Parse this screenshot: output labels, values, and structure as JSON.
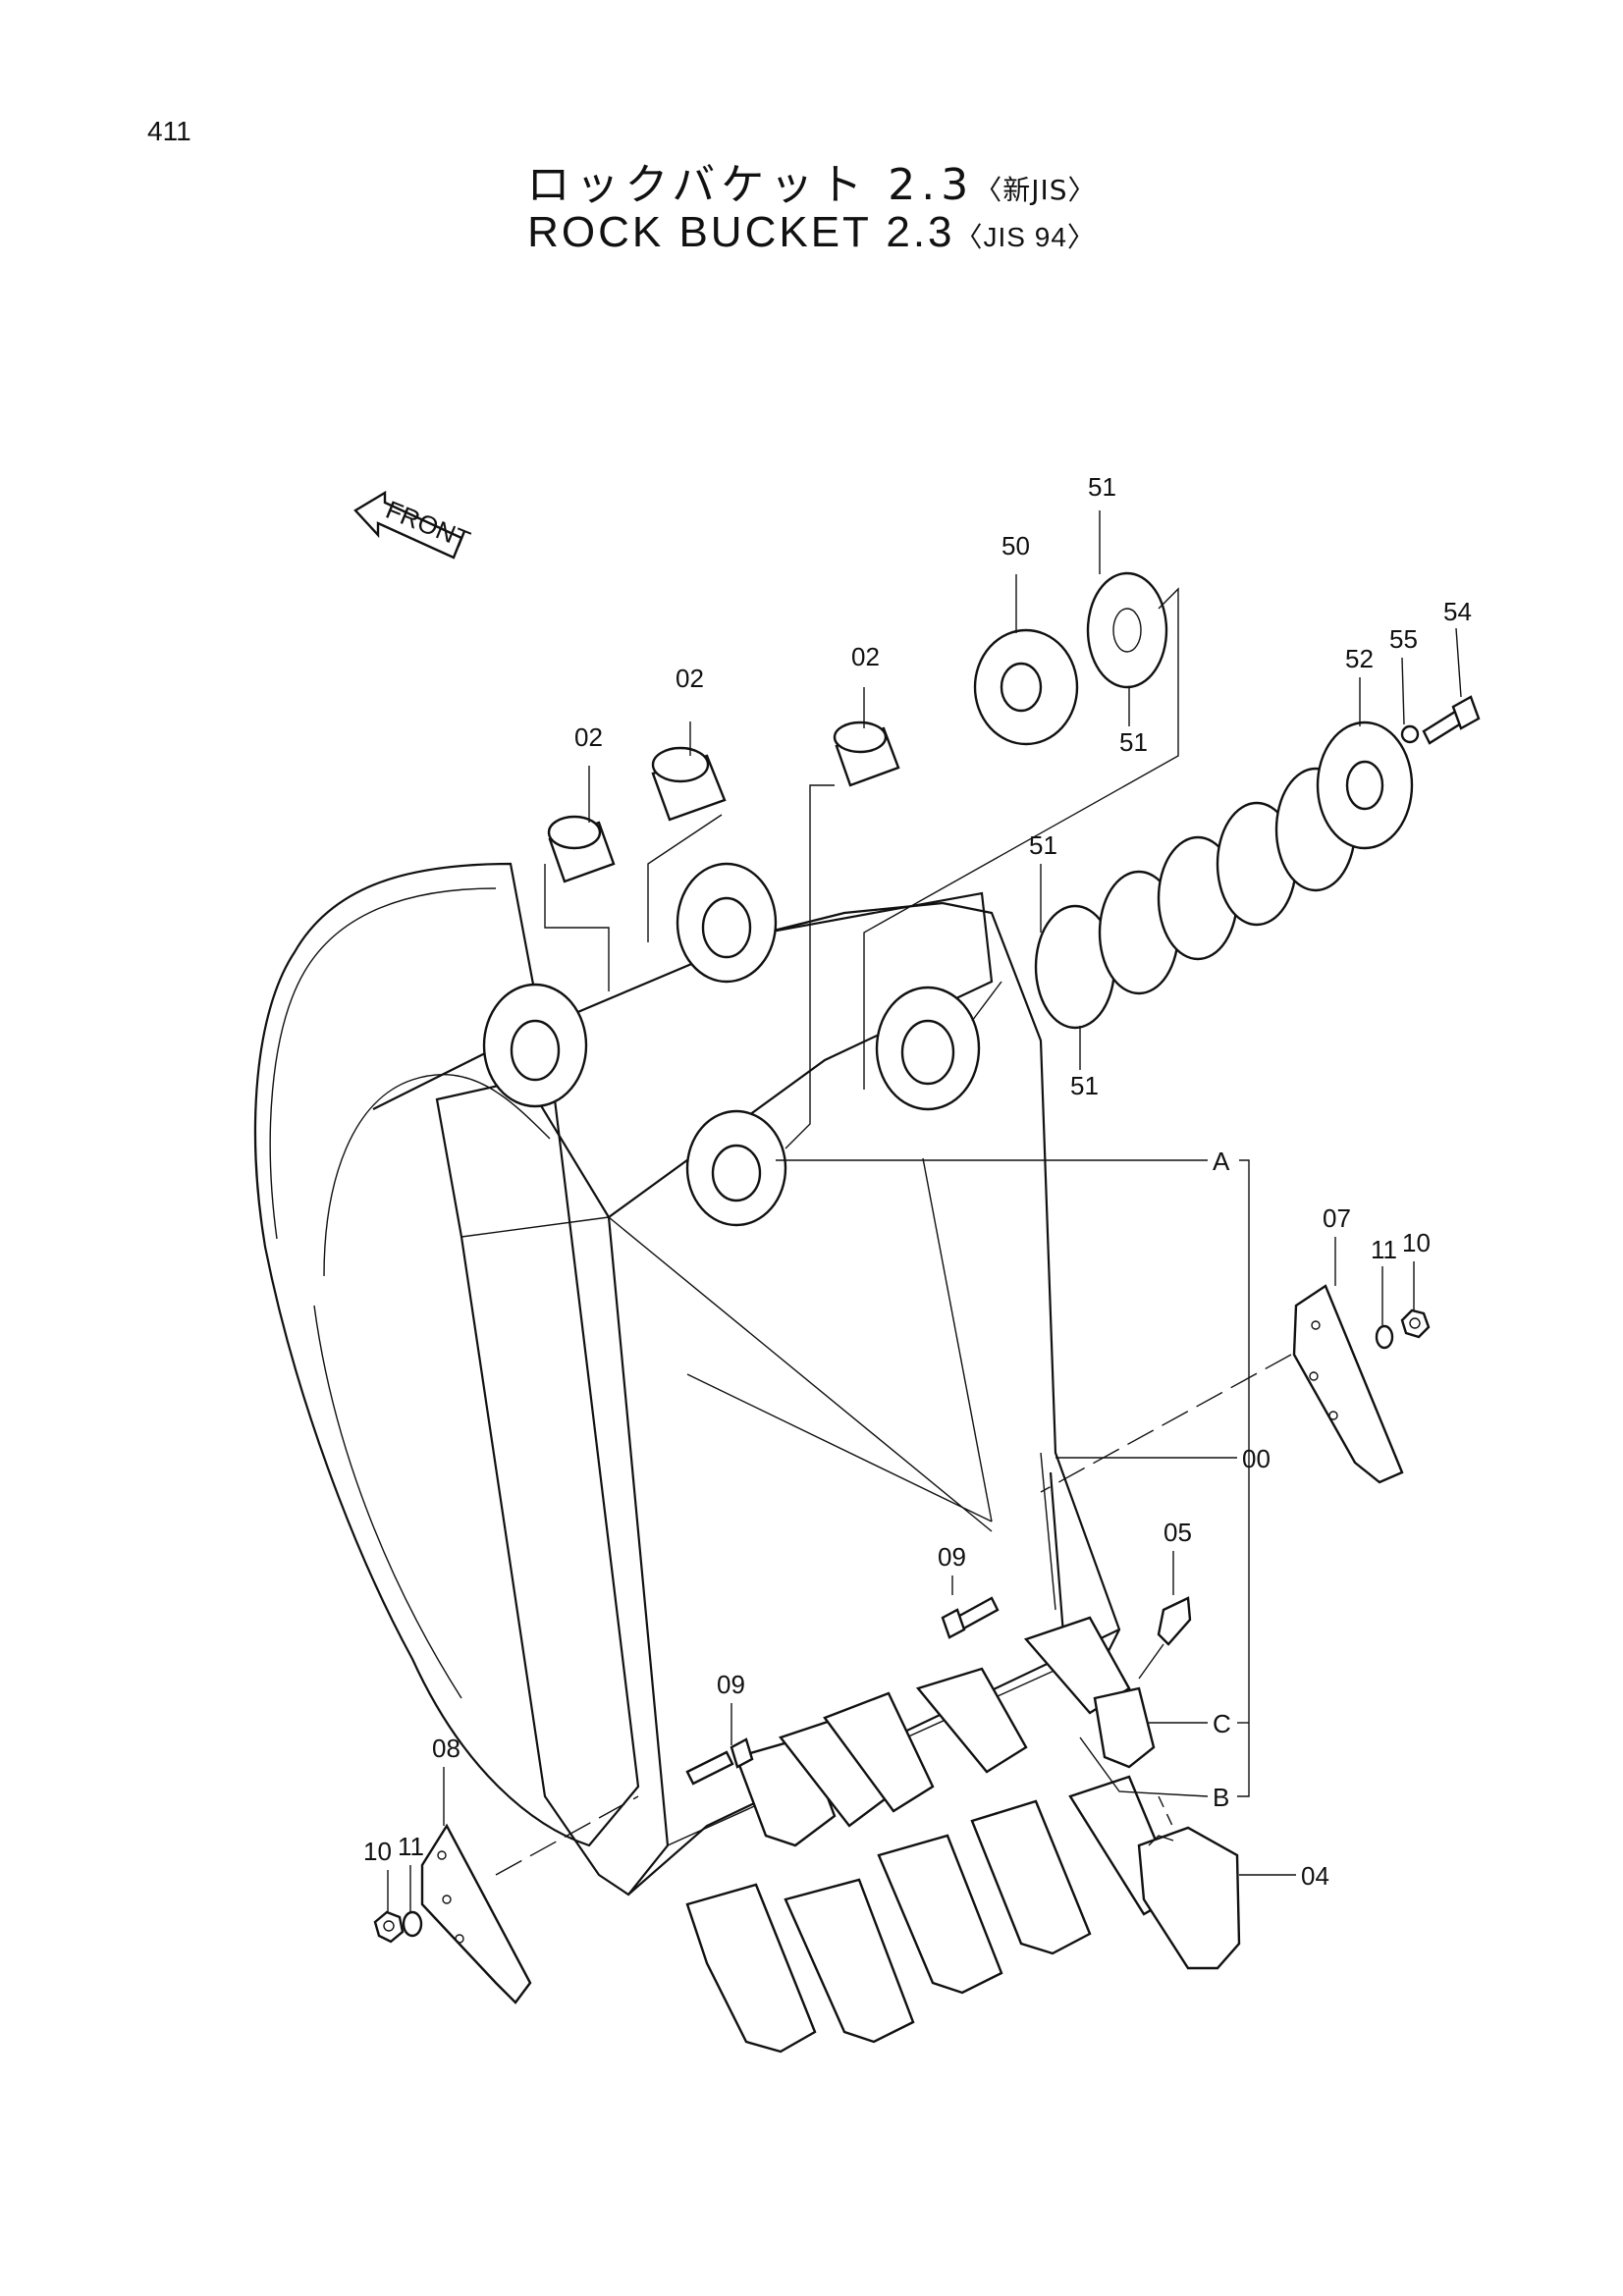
{
  "page_number": "411",
  "title": {
    "japanese": "ロックバケット 2.3",
    "japanese_std": "〈新JIS〉",
    "english": "ROCK BUCKET 2.3",
    "english_std": "〈JIS 94〉"
  },
  "front_label": "FRONT",
  "callouts": {
    "bushing_left": "02",
    "bushing_mid": "02",
    "bushing_right": "02",
    "plate_50": "50",
    "shim_51_top": "51",
    "shim_51_mid": "51",
    "shim_51_stack": "51",
    "shim_51_bottom": "51",
    "plate_52": "52",
    "washer_55": "55",
    "bolt_54": "54",
    "ref_A": "A",
    "side_cutter_07": "07",
    "washer_11_right": "11",
    "nut_10_right": "10",
    "body_00": "00",
    "bolt_09_right": "09",
    "pin_05": "05",
    "ref_C": "C",
    "bolt_09_left": "09",
    "ref_B": "B",
    "side_cutter_08": "08",
    "washer_11_left": "11",
    "nut_10_left": "10",
    "tooth_04": "04"
  }
}
